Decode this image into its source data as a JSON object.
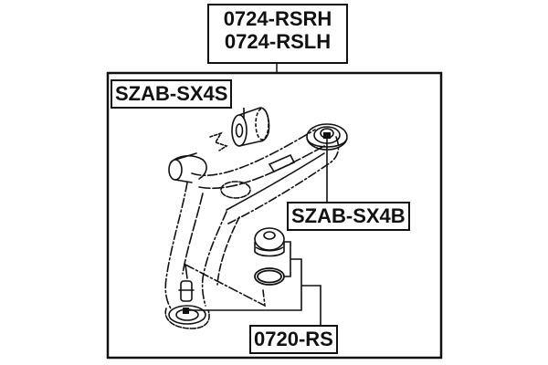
{
  "diagram": {
    "title_part_numbers": [
      "0724-RSRH",
      "0724-RSLH"
    ],
    "callouts": [
      {
        "id": "upper-bushing",
        "label": "SZAB-SX4S",
        "points_to": "front bushing"
      },
      {
        "id": "rear-bushing",
        "label": "SZAB-SX4B",
        "points_to": "rear pivot bushing"
      },
      {
        "id": "ball-joint",
        "label": "0720-RS",
        "points_to": "ball joint, dust boot and clip"
      }
    ],
    "colors": {
      "line": "#111111",
      "background": "#ffffff"
    }
  }
}
